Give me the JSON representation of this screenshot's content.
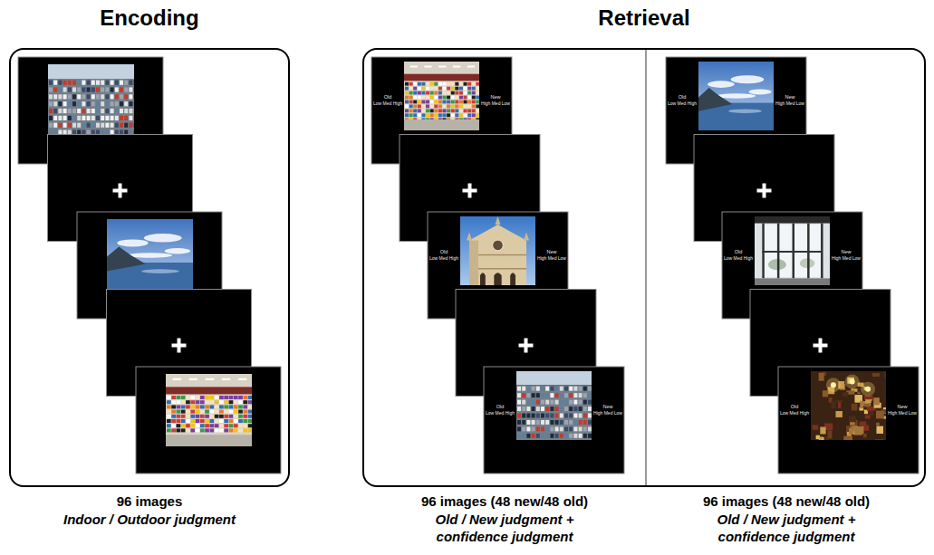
{
  "diagram": {
    "nodes": [
      {
        "text": [
          "Encoding",
          "96 images",
          "Indoor / Outdoor judgment"
        ]
      },
      {
        "text": [
          "Retrieval",
          "96 images (48 new/48 old)",
          "Old / New judgment + confidence judgment",
          "96 images (48 new/48 old)",
          "Old / New judgment + confidence judgment"
        ]
      },
      {
        "text": [
          "Old",
          "Low Med High",
          "New",
          "High Med Low"
        ],
        "in": 1
      },
      {
        "text": [
          "Old",
          "Low Med High",
          "New",
          "High Med Low"
        ],
        "in": 1
      },
      {
        "text": [
          "Old",
          "Low Med High",
          "New",
          "High Med Low"
        ],
        "in": 1
      },
      {
        "text": [
          "Old",
          "Low Med High",
          "New",
          "High Med Low"
        ],
        "in": 1
      },
      {
        "text": [
          "Old",
          "Low Med High",
          "New",
          "High Med Low"
        ],
        "in": 1
      },
      {
        "text": [
          "Old",
          "Low Med High",
          "New",
          "High Med Low"
        ],
        "in": 1
      }
    ]
  }
}
